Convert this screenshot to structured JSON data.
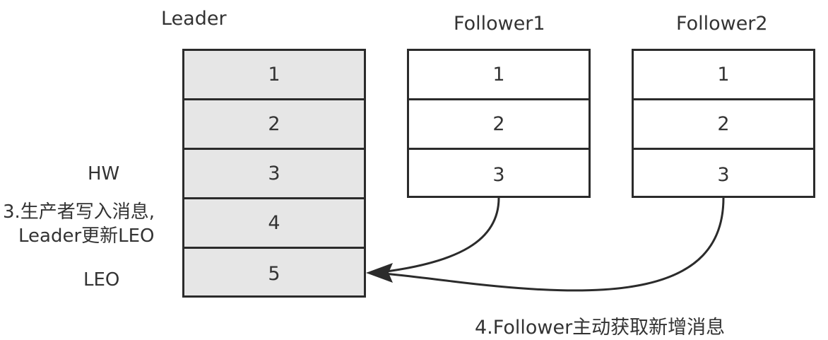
{
  "leader": {
    "title": "Leader",
    "entries": [
      "1",
      "2",
      "3",
      "4",
      "5"
    ]
  },
  "follower1": {
    "title": "Follower1",
    "entries": [
      "1",
      "2",
      "3"
    ]
  },
  "follower2": {
    "title": "Follower2",
    "entries": [
      "1",
      "2",
      "3"
    ]
  },
  "labels": {
    "hw": "HW",
    "step3_line1": "3.生产者写入消息,",
    "step3_line2": "Leader更新LEO",
    "leo": "LEO"
  },
  "step4": "4.Follower主动获取新增消息"
}
